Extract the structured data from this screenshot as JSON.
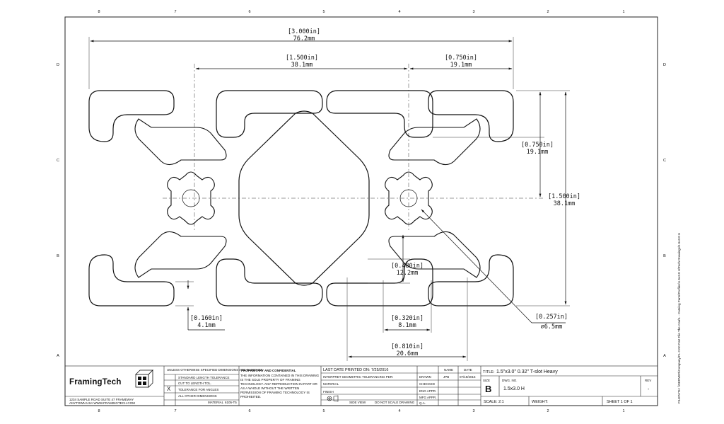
{
  "zones": {
    "columns": [
      "8",
      "7",
      "6",
      "5",
      "4",
      "3",
      "2",
      "1"
    ],
    "rows_left": [
      "D",
      "C",
      "B",
      "A"
    ],
    "rows_right": [
      "D",
      "C",
      "B",
      "A"
    ]
  },
  "dimensions": {
    "overall_width": {
      "in": "[3.000in]",
      "mm": "76.2mm"
    },
    "slot_spacing": {
      "in": "[1.500in]",
      "mm": "38.1mm"
    },
    "half_width": {
      "in": "[0.750in]",
      "mm": "19.1mm"
    },
    "half_height": {
      "in": "[0.750in]",
      "mm": "19.1mm"
    },
    "overall_height": {
      "in": "[1.500in]",
      "mm": "38.1mm"
    },
    "slot_depth": {
      "in": "[0.480in]",
      "mm": "12.2mm"
    },
    "lip_thickness": {
      "in": "[0.160in]",
      "mm": "4.1mm"
    },
    "slot_opening": {
      "in": "[0.320in]",
      "mm": "8.1mm"
    },
    "slot_width": {
      "in": "[0.810in]",
      "mm": "20.6mm"
    },
    "bore_diameter": {
      "in": "[0.257in]",
      "mm": "∅6.5mm"
    }
  },
  "side_path": "FILEPATH: \\\\SERVER\\Company\\FL CAD Part File The Can\\1 - Catalog Parts\\Profiles\\1.5x3.0 H\\Tech Drawings\\1.5x3.0 H",
  "title_block": {
    "logo_text": "FramingTech",
    "address_line1": "1234 SAMPLE ROAD SUITE 47 FRAMEWAY",
    "address_line2": "ANYTOWN USA WWW.FRAMINGTECH.COM",
    "tolerance_heading": "UNLESS OTHERWISE SPECIFIED DIMENSIONS ARE IN INCHES",
    "tolerance_rows": [
      "STANDARD LENGTH TOLERANCE",
      "CUT TO LENGTH TOL.",
      "TOLERANCE FOR ANGLES",
      "ALL OTHER DIMENSIONS"
    ],
    "check_mark": "X",
    "material_label": "MATERIAL",
    "material_value": "6105-T5",
    "proprietary_heading": "PROPRIETARY AND CONFIDENTIAL",
    "proprietary_text": "THE INFORMATION CONTAINED IN THIS DRAWING IS THE SOLE PROPERTY OF FRAMING TECHNOLOGY. ANY REPRODUCTION IN PART OR AS A WHOLE WITHOUT THE WRITTEN PERMISSION OF FRAMING TECHNOLOGY IS PROHIBITED.",
    "last_printed": "LAST DATE PRINTED ON: 7/25/2016",
    "interpret_label": "INTERPRET GEOMETRIC TOLERANCING PER:",
    "material_row": "MATERIAL",
    "finish_label": "FINISH",
    "view_label": "SIDE VIEW",
    "do_not_scale": "DO NOT SCALE DRAWING",
    "name_header": "NAME",
    "date_header": "DATE",
    "drawn_label": "DRAWN",
    "drawn_name": "JPB",
    "drawn_date": "07/19/2016",
    "checked_label": "CHECKED",
    "eng_label": "ENG APPR.",
    "mfg_label": "MFG APPR.",
    "qa_label": "Q.A.",
    "title_label": "TITLE:",
    "title_value": "1.5\"x3.0\" 0.32\" T-slot Heavy",
    "size_label": "SIZE",
    "size_value": "B",
    "dwg_label": "DWG. NO.",
    "dwg_value": "1.5x3.0 H",
    "rev_label": "REV",
    "rev_value": "-",
    "scale_label": "SCALE: 2:1",
    "weight_label": "WEIGHT:",
    "sheet_label": "SHEET 1 OF 1"
  },
  "colors": {
    "ink": "#111111",
    "paper": "#ffffff"
  }
}
